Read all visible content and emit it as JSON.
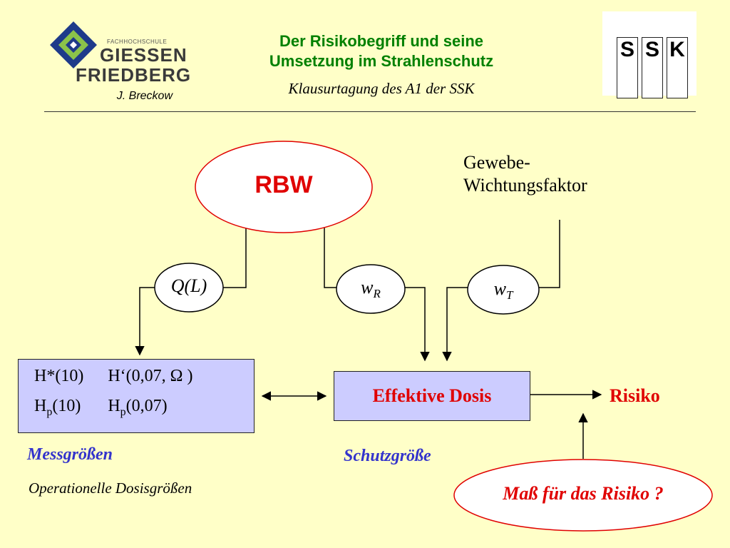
{
  "header": {
    "title_line1": "Der Risikobegriff und seine",
    "title_line2": "Umsetzung im Strahlenschutz",
    "subtitle": "Klausurtagung des A1 der SSK",
    "author": "J. Breckow"
  },
  "logo_left": {
    "small_text": "FACHHOCHSCHULE",
    "line1": "GIESSEN",
    "line2": "FRIEDBERG"
  },
  "logo_right": {
    "letters": [
      "S",
      "S",
      "K"
    ]
  },
  "diagram": {
    "rbw": "RBW",
    "gewebe_line1": "Gewebe-",
    "gewebe_line2": "Wichtungsfaktor",
    "q_label": "Q(L)",
    "wr_main": "w",
    "wr_sub": "R",
    "wt_main": "w",
    "wt_sub": "T",
    "operational": {
      "l1a": "H*(10)",
      "l1b": "H‘(0,07, Ω )",
      "l2a_main": "H",
      "l2a_sub": "p",
      "l2a_rest": "(10)",
      "l2b_main": "H",
      "l2b_sub": "p",
      "l2b_rest": "(0,07)"
    },
    "effektive_dosis": "Effektive Dosis",
    "risiko": "Risiko",
    "messgroessen": "Messgrößen",
    "operationelle": "Operationelle Dosisgrößen",
    "schutzgroesse": "Schutzgröße",
    "mass": "Maß für das Risiko ?"
  },
  "colors": {
    "background": "#FFFFC8",
    "title_green": "#008000",
    "accent_red": "#E00000",
    "label_blue": "#3333CC",
    "box_fill": "#CCCCFF",
    "logo_blue": "#1E3A8A",
    "logo_green": "#8BC34A"
  }
}
